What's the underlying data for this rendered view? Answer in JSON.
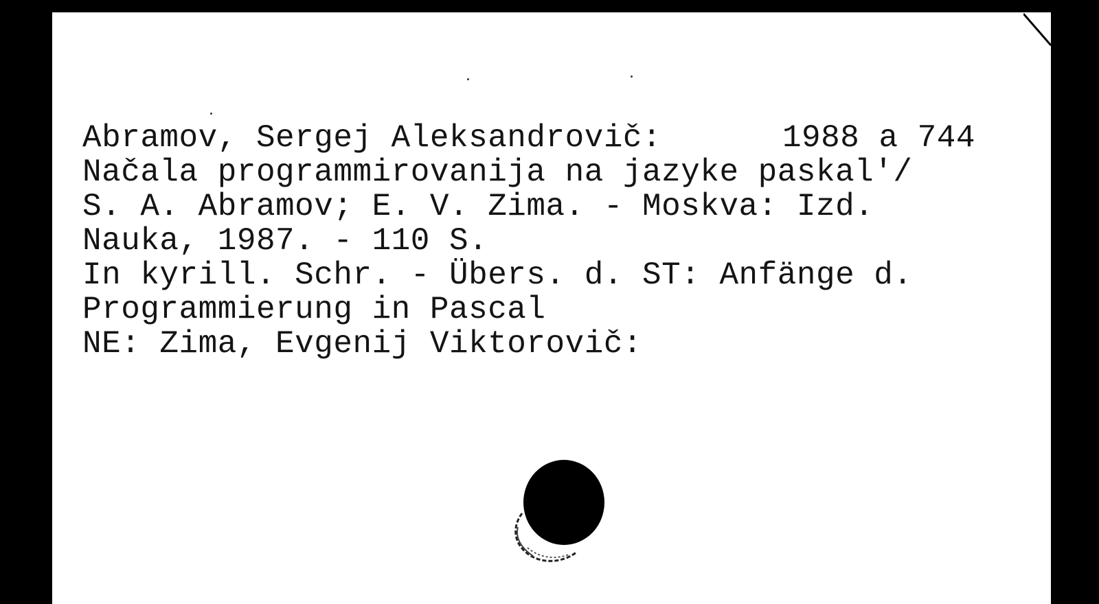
{
  "card": {
    "heading_left": "Abramov, Sergej Aleksandrovič:",
    "call_number": "1988 a 744",
    "lines": [
      "Načala programmirovanija na jazyke paskal'/",
      "S. A. Abramov; E. V. Zima. - Moskva: Izd.",
      "Nauka, 1987. - 110 S.",
      "In kyrill. Schr. - Übers. d. ST: Anfänge d.",
      "Programmierung in Pascal",
      "NE: Zima, Evgenij Viktorovič:"
    ]
  },
  "colors": {
    "background": "#000000",
    "card": "#ffffff",
    "ink": "#141414"
  }
}
